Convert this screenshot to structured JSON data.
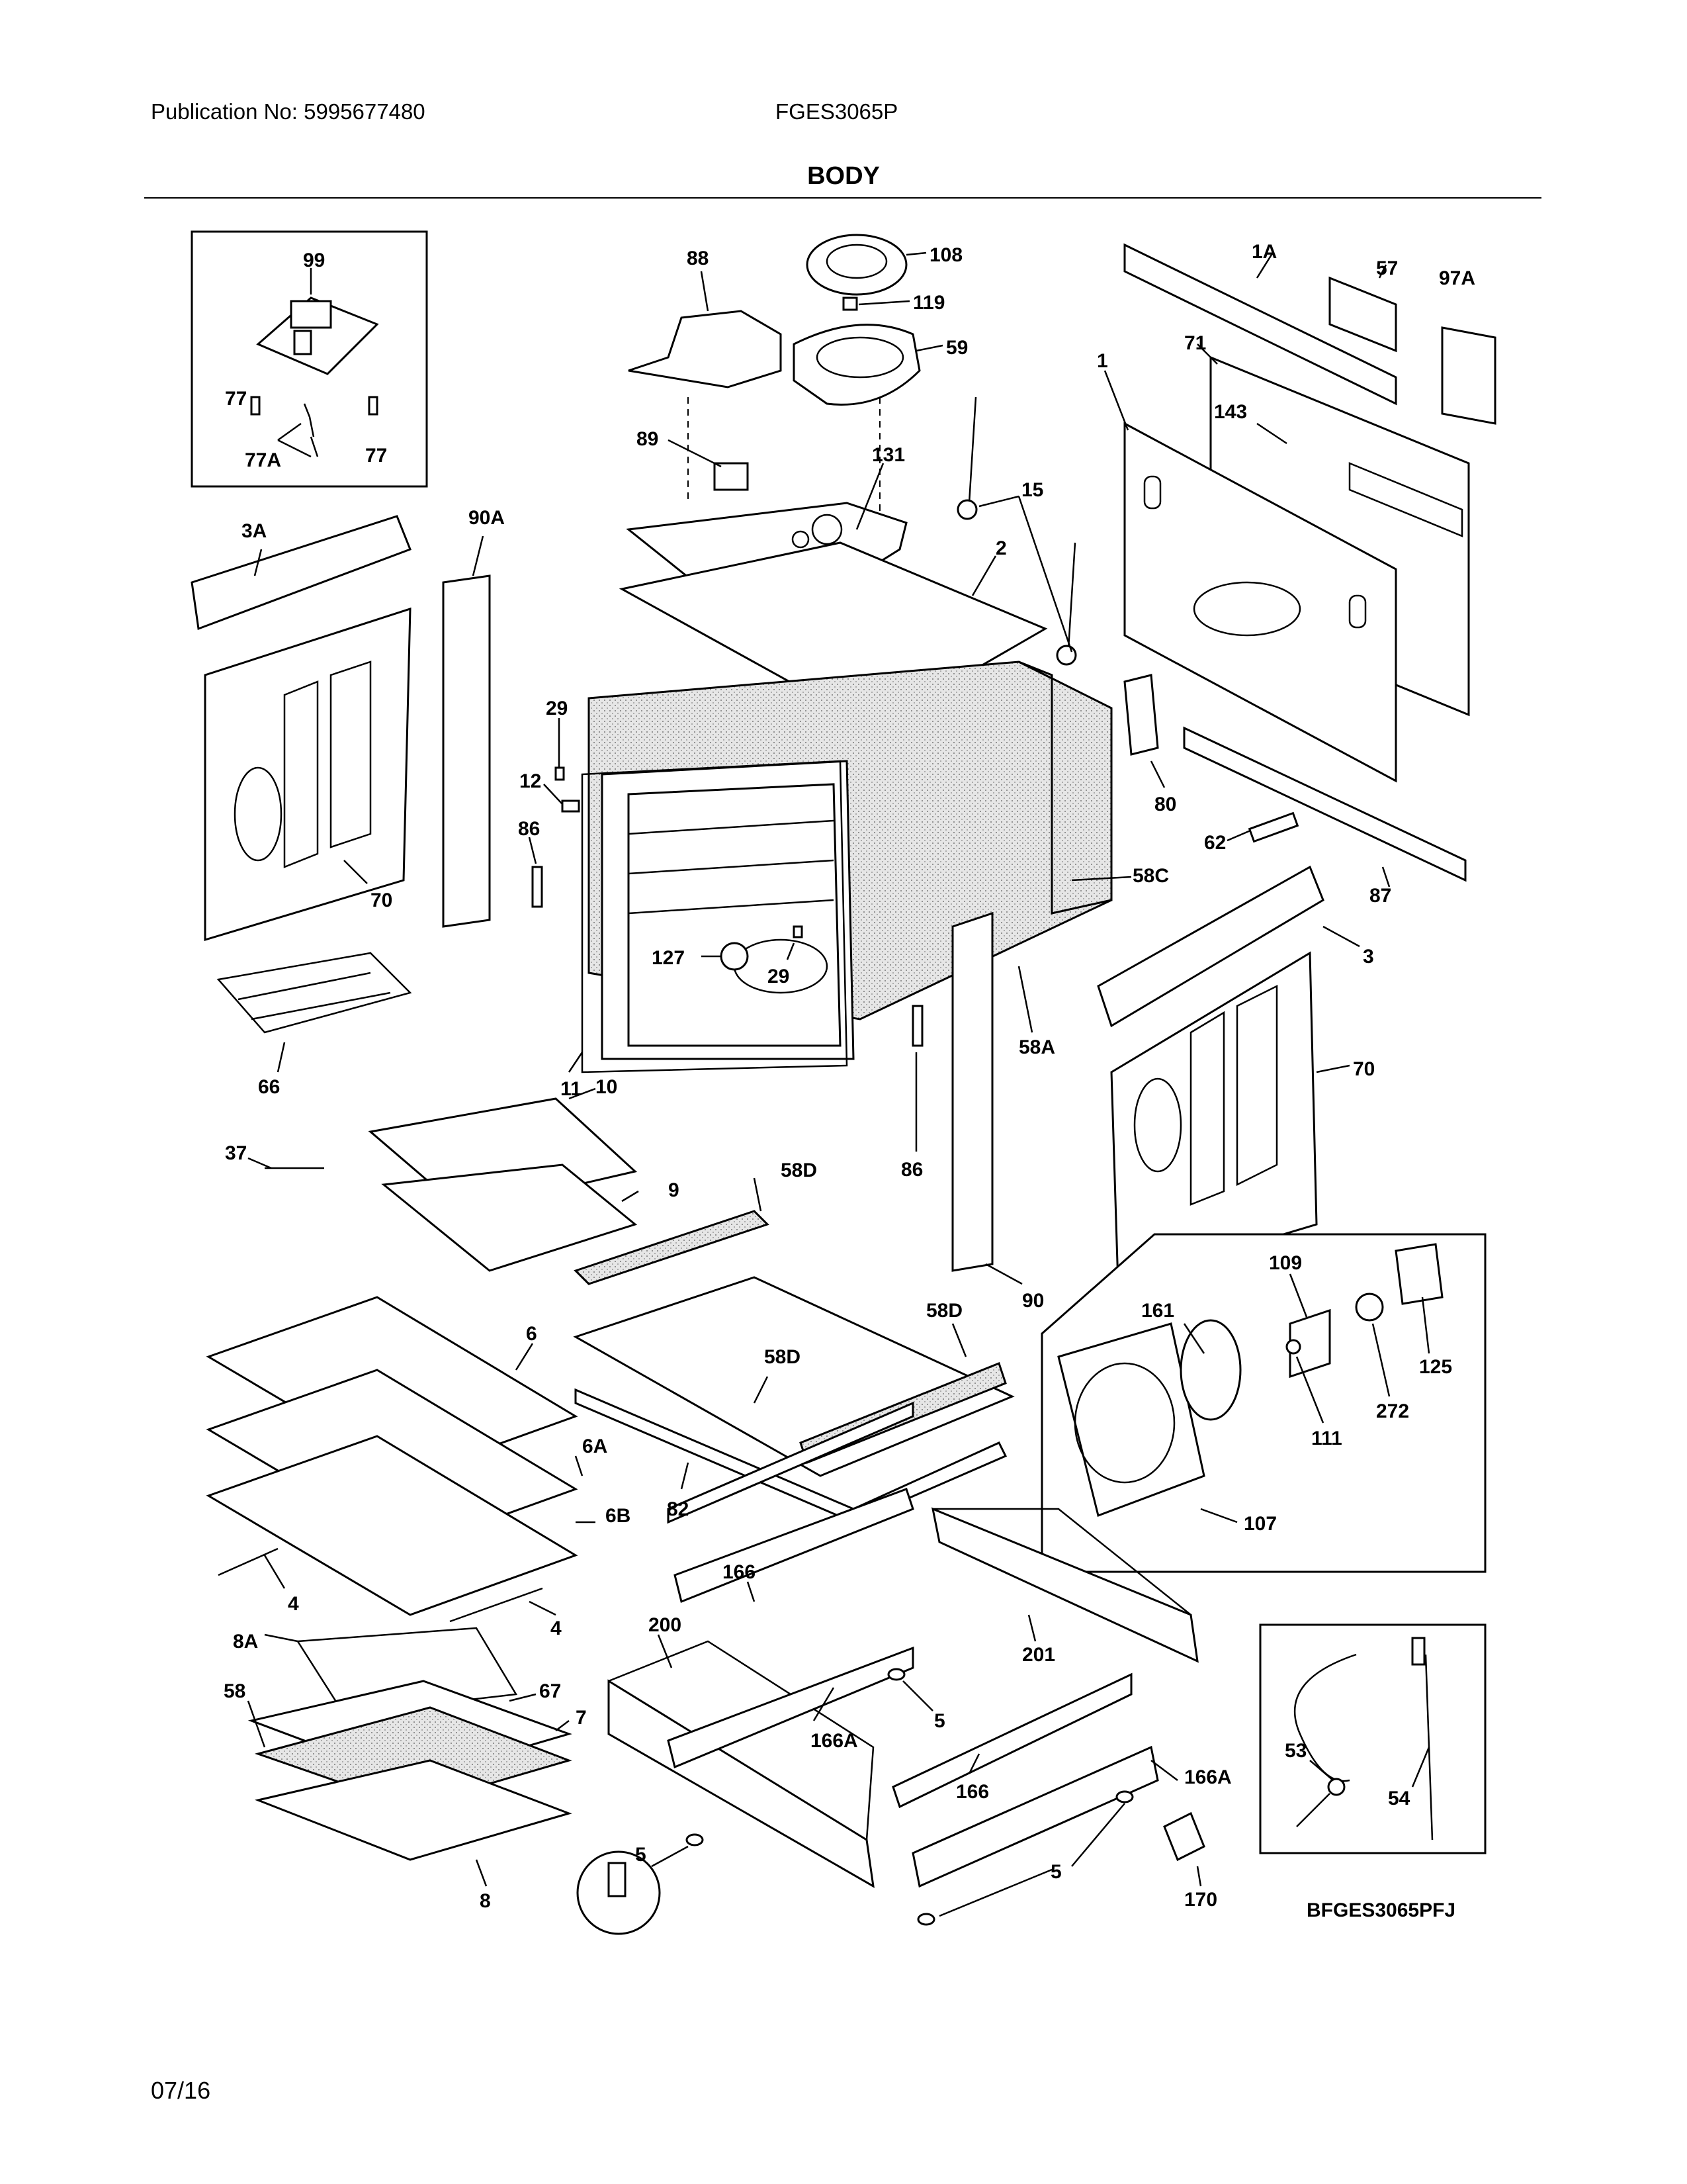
{
  "header": {
    "publication": "Publication No: 5995677480",
    "model": "FGES3065P"
  },
  "page_title": "BODY",
  "footer_date": "07/16",
  "diagram_code": "BFGES3065PFJ",
  "callouts": [
    {
      "id": "c99",
      "label": "99"
    },
    {
      "id": "c77a",
      "label": "77"
    },
    {
      "id": "c77b",
      "label": "77"
    },
    {
      "id": "c77A",
      "label": "77A"
    },
    {
      "id": "c88",
      "label": "88"
    },
    {
      "id": "c108",
      "label": "108"
    },
    {
      "id": "c119",
      "label": "119"
    },
    {
      "id": "c59",
      "label": "59"
    },
    {
      "id": "c89",
      "label": "89"
    },
    {
      "id": "c131",
      "label": "131"
    },
    {
      "id": "c15",
      "label": "15"
    },
    {
      "id": "c2",
      "label": "2"
    },
    {
      "id": "c1A",
      "label": "1A"
    },
    {
      "id": "c57",
      "label": "57"
    },
    {
      "id": "c97A",
      "label": "97A"
    },
    {
      "id": "c71",
      "label": "71"
    },
    {
      "id": "c1",
      "label": "1"
    },
    {
      "id": "c143",
      "label": "143"
    },
    {
      "id": "c3A",
      "label": "3A"
    },
    {
      "id": "c90A",
      "label": "90A"
    },
    {
      "id": "c70a",
      "label": "70"
    },
    {
      "id": "c29a",
      "label": "29"
    },
    {
      "id": "c12",
      "label": "12"
    },
    {
      "id": "c86a",
      "label": "86"
    },
    {
      "id": "c127",
      "label": "127"
    },
    {
      "id": "c29b",
      "label": "29"
    },
    {
      "id": "c11",
      "label": "11"
    },
    {
      "id": "c80",
      "label": "80"
    },
    {
      "id": "c62",
      "label": "62"
    },
    {
      "id": "c87",
      "label": "87"
    },
    {
      "id": "c58C",
      "label": "58C"
    },
    {
      "id": "c58A",
      "label": "58A"
    },
    {
      "id": "c3",
      "label": "3"
    },
    {
      "id": "c70b",
      "label": "70"
    },
    {
      "id": "c66",
      "label": "66"
    },
    {
      "id": "c10",
      "label": "10"
    },
    {
      "id": "c37",
      "label": "37"
    },
    {
      "id": "c9",
      "label": "9"
    },
    {
      "id": "c58Da",
      "label": "58D"
    },
    {
      "id": "c86b",
      "label": "86"
    },
    {
      "id": "c90",
      "label": "90"
    },
    {
      "id": "c58Db",
      "label": "58D"
    },
    {
      "id": "c58Dc",
      "label": "58D"
    },
    {
      "id": "c82",
      "label": "82"
    },
    {
      "id": "c6",
      "label": "6"
    },
    {
      "id": "c6A",
      "label": "6A"
    },
    {
      "id": "c6B",
      "label": "6B"
    },
    {
      "id": "c4a",
      "label": "4"
    },
    {
      "id": "c4b",
      "label": "4"
    },
    {
      "id": "c109",
      "label": "109"
    },
    {
      "id": "c161",
      "label": "161"
    },
    {
      "id": "c125",
      "label": "125"
    },
    {
      "id": "c111",
      "label": "111"
    },
    {
      "id": "c272",
      "label": "272"
    },
    {
      "id": "c107",
      "label": "107"
    },
    {
      "id": "c166a",
      "label": "166"
    },
    {
      "id": "c200",
      "label": "200"
    },
    {
      "id": "c201",
      "label": "201"
    },
    {
      "id": "c8A",
      "label": "8A"
    },
    {
      "id": "c58",
      "label": "58"
    },
    {
      "id": "c67",
      "label": "67"
    },
    {
      "id": "c7",
      "label": "7"
    },
    {
      "id": "c5a",
      "label": "5"
    },
    {
      "id": "c166Aa",
      "label": "166A"
    },
    {
      "id": "c166b",
      "label": "166"
    },
    {
      "id": "c166Ab",
      "label": "166A"
    },
    {
      "id": "c5b",
      "label": "5"
    },
    {
      "id": "c5c",
      "label": "5"
    },
    {
      "id": "c8",
      "label": "8"
    },
    {
      "id": "c170",
      "label": "170"
    },
    {
      "id": "c53",
      "label": "53"
    },
    {
      "id": "c54",
      "label": "54"
    }
  ]
}
